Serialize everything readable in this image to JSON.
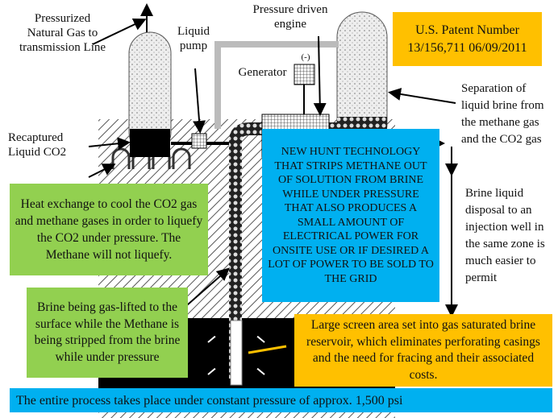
{
  "patent": {
    "line1": "U.S. Patent Number",
    "line2": "13/156,711 06/09/2011"
  },
  "labels": {
    "pressurized_gas": "Pressurized Natural Gas to transmission Line",
    "liquid_pump": "Liquid pump",
    "pressure_engine": "Pressure driven engine",
    "generator": "Generator",
    "generator_sign": "(-)",
    "recaptured_co2": "Recaptured Liquid CO2",
    "separation": "Separation of liquid brine from the methane gas and the CO2 gas",
    "brine_disposal": "Brine liquid disposal to an injection well in the same zone is much easier to permit"
  },
  "boxes": {
    "technology": "NEW HUNT TECHNOLOGY THAT STRIPS METHANE OUT OF SOLUTION FROM BRINE WHILE UNDER PRESSURE THAT ALSO PRODUCES A SMALL AMOUNT OF ELECTRICAL POWER FOR ONSITE USE OR IF DESIRED A LOT OF POWER TO BE SOLD TO THE GRID",
    "heat_exchange": "Heat exchange to cool the CO2 gas and methane gases in order to liquefy the CO2 under pressure. The Methane will not liquefy.",
    "brine_lift": "Brine being gas-lifted to the surface while the Methane is being stripped from the brine while under pressure",
    "screen_area": "Large screen area set into gas saturated brine reservoir, which eliminates perforating casings and the need for fracing and their associated costs.",
    "constant_pressure": "The entire process takes place under constant pressure of  approx. 1,500 psi"
  },
  "colors": {
    "green": "#92d050",
    "blue": "#00b0f0",
    "orange": "#ffc000"
  }
}
